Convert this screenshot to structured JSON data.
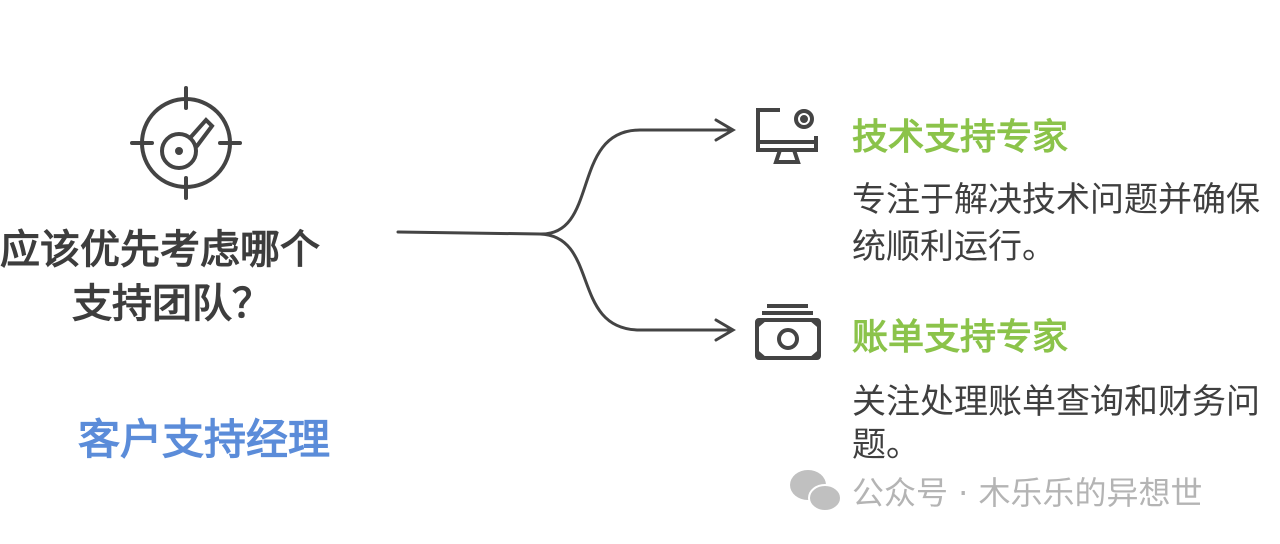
{
  "question": {
    "line1": "应该优先考虑哪个",
    "line2": "支持团队？"
  },
  "root_role": "客户支持经理",
  "options": [
    {
      "title": "技术支持专家",
      "desc_line1": "专注于解决技术问题并确保",
      "desc_line2": "统顺利运行。",
      "icon": "monitor-gear-icon"
    },
    {
      "title": "账单支持专家",
      "desc_line1": "关注处理账单查询和财务问",
      "desc_line2": "题。",
      "icon": "money-stack-icon"
    }
  ],
  "watermark": "公众号 · 木乐乐的异想世",
  "colors": {
    "title_green": "#8bc34a",
    "role_blue": "#5b8cd9",
    "text": "#3f3f3f"
  }
}
